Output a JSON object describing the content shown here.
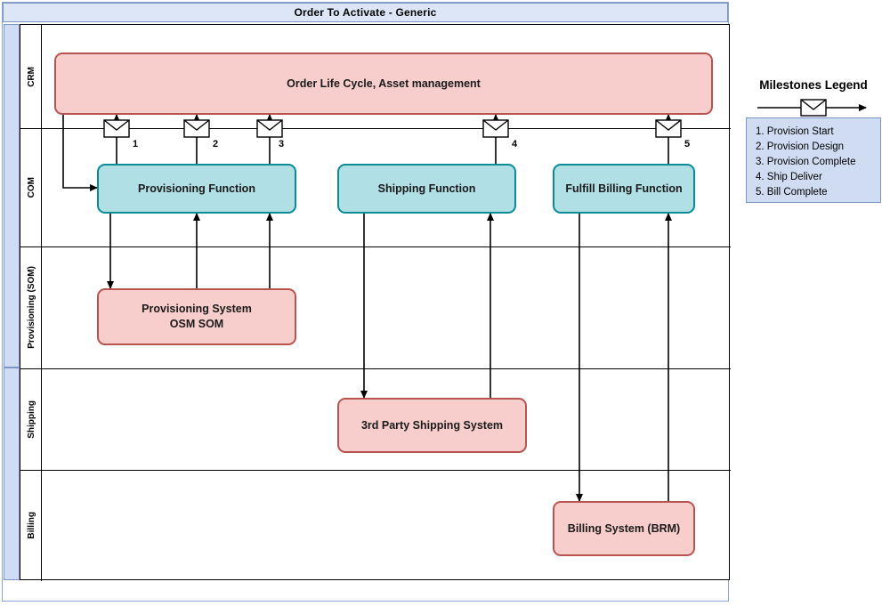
{
  "window": {
    "title": "Order To Activate - Generic"
  },
  "diagram": {
    "type": "swimlane-flow",
    "lanes": [
      {
        "id": "crm",
        "label": "CRM"
      },
      {
        "id": "com",
        "label": "COM"
      },
      {
        "id": "som",
        "label": "Provisioning (SOM)"
      },
      {
        "id": "shipping",
        "label": "Shipping"
      },
      {
        "id": "billing",
        "label": "Billing"
      }
    ],
    "nodes": [
      {
        "id": "order-life-cycle",
        "label": "Order Life Cycle, Asset management",
        "lane": "crm",
        "style": "pink"
      },
      {
        "id": "provisioning-function",
        "label": "Provisioning Function",
        "lane": "com",
        "style": "teal"
      },
      {
        "id": "shipping-function",
        "label": "Shipping Function",
        "lane": "com",
        "style": "teal"
      },
      {
        "id": "fulfill-billing-function",
        "label": "Fulfill Billing Function",
        "lane": "com",
        "style": "teal"
      },
      {
        "id": "provisioning-system",
        "label": "Provisioning System",
        "label2": "OSM SOM",
        "lane": "som",
        "style": "pink"
      },
      {
        "id": "third-party-shipping-system",
        "label": "3rd Party Shipping System",
        "lane": "shipping",
        "style": "pink"
      },
      {
        "id": "billing-system-brm",
        "label": "Billing System (BRM)",
        "lane": "billing",
        "style": "pink"
      }
    ],
    "milestone_markers": [
      {
        "number": "1"
      },
      {
        "number": "2"
      },
      {
        "number": "3"
      },
      {
        "number": "4"
      },
      {
        "number": "5"
      }
    ]
  },
  "legend": {
    "title": "Milestones Legend",
    "items": [
      "1. Provision Start",
      "2. Provision Design",
      "3. Provision Complete",
      "4. Ship Deliver",
      "5. Bill Complete"
    ]
  },
  "colors": {
    "pink_fill": "#f8cecc",
    "pink_stroke": "#b85450",
    "teal_fill": "#b0dfe5",
    "teal_stroke": "#0b8b96",
    "header_fill": "#dce6f7",
    "header_stroke": "#7b95c4",
    "legend_fill": "#cfdcf2"
  }
}
